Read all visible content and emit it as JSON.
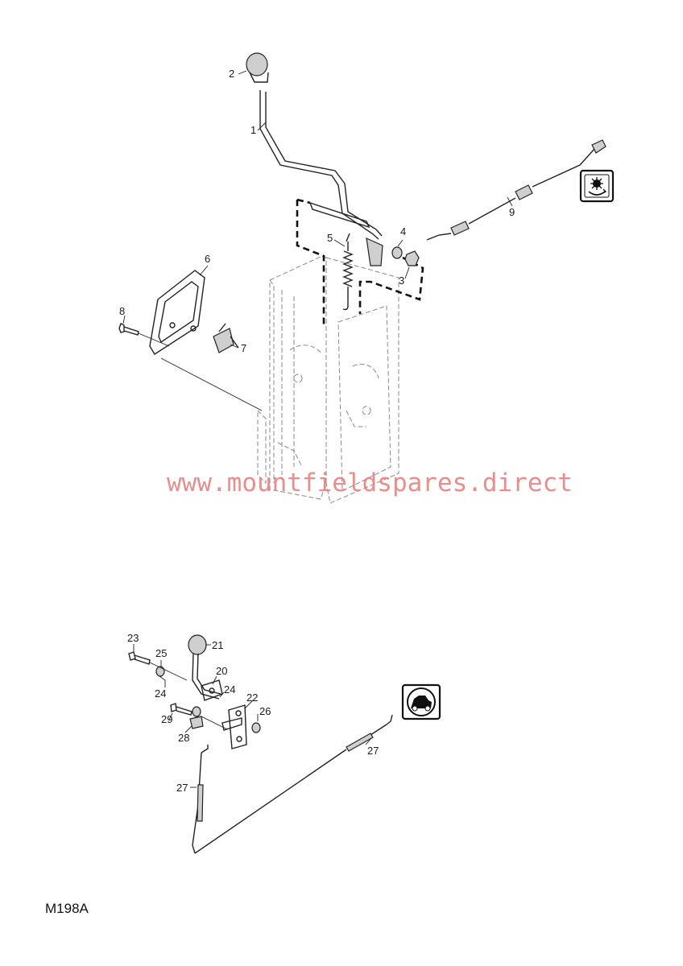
{
  "diagram_id": "M198A",
  "watermark": "www.mountfieldspares.direct",
  "upper_assembly": {
    "callouts": [
      "1",
      "2",
      "3",
      "4",
      "5",
      "6",
      "7",
      "8",
      "9"
    ],
    "icon": "cutting-blade-engage-icon"
  },
  "lower_assembly": {
    "callouts": [
      "21",
      "20",
      "22",
      "23",
      "24",
      "24",
      "25",
      "26",
      "27",
      "27",
      "28",
      "29"
    ],
    "icon": "drive-speed-icon"
  }
}
